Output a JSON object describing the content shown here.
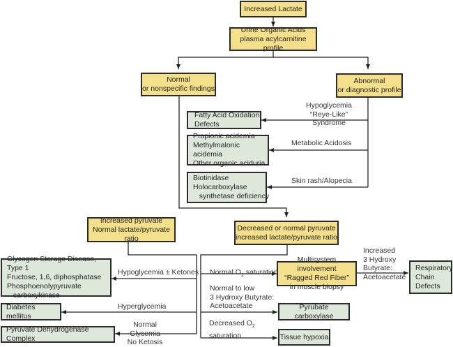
{
  "boxes": {
    "increased_lactate": "Increased Lactate",
    "urine_organic_acids": [
      "Urine Organic Acids",
      "plasma acylcarnitine profile"
    ],
    "normal_findings": [
      "Normal",
      "or nonspecific findings"
    ],
    "abnormal_profile": [
      "Abnormal",
      "or diagnostic profile"
    ],
    "fatty_acid": "Fatty Acid Oxidation Defects",
    "organic_acidemias": [
      "Propionic acidemia",
      "Methylmalonic acidemia",
      "Other organic aciduria"
    ],
    "biotinidase": [
      "Biotinidase",
      "Holocarboxylase",
      "   synthetase deficiency"
    ],
    "increased_pyruvate": [
      "Increased pyruvate",
      "Normal lactate/pyruvate ratio"
    ],
    "decreased_pyruvate": [
      "Decreased or normal pyruvate",
      "increased lactate/pyruvate ratio"
    ],
    "glycogen": [
      "Glycogen Storage Disease, Type 1",
      "Fructose, 1,6, diphosphatase",
      "Phosphoenolypyruvate",
      "   carboxykinase"
    ],
    "diabetes": "Diabetes mellitus",
    "pdh": "Pyruvate Dehydrogenase Complex",
    "multisystem": [
      "Multisystem involvement",
      "“Ragged Red Fiber”",
      "in muscle biopsy"
    ],
    "respiratory": [
      "Respiratory",
      "Chain",
      "Defects"
    ],
    "pyruvate_carboxylase": "Pyrubate carboxylase",
    "tissue_hypoxia": "Tissue hypoxia"
  },
  "labels": {
    "hypoglycemia_reye": [
      "Hypoglycemia",
      "“Reye-Like” Syndrome"
    ],
    "metabolic_acidosis": "Metabolic Acidosis",
    "skin_rash": "Skin rash/Alopecia",
    "hypo_ketones": "Hypoglycemia ± Ketones",
    "hyperglycemia": "Hyperglycemia",
    "normal_glycemia": [
      "Normal Glycemia",
      "No Ketosis"
    ],
    "normal_o2_prefix": "Normal O",
    "normal_o2_sub": "2",
    "normal_o2_suffix": " saturation",
    "normal_to_low": [
      "Normal to low",
      "3 Hydroxy Butyrate:",
      "Acetoacetate"
    ],
    "decreased_o2_prefix": "Decreased O",
    "decreased_o2_sub": "2",
    "decreased_o2_line2": "saturation",
    "increased_hb": [
      "Increased",
      "3 Hydroxy",
      "Butyrate:",
      "Acetoacetate"
    ]
  },
  "colors": {
    "yellow_box": "#f4df8a",
    "green_box": "#dde8da",
    "border": "#2b2b2b"
  }
}
